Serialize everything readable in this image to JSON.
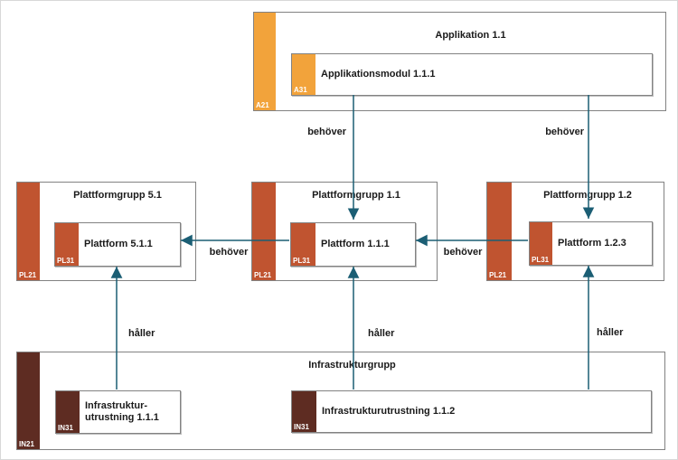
{
  "colors": {
    "application": "#F2A33B",
    "platform": "#C05430",
    "infrastructure": "#5E2C22",
    "relation": "#1B5E74",
    "border": "#828282"
  },
  "boxes": {
    "applikation": {
      "title": "Applikation 1.1",
      "code": "A21"
    },
    "applikationsmodul": {
      "title": "Applikationsmodul 1.1.1",
      "code": "A31"
    },
    "plattformgrupp_51": {
      "title": "Plattformgrupp 5.1",
      "code": "PL21"
    },
    "plattform_511": {
      "title": "Plattform 5.1.1",
      "code": "PL31"
    },
    "plattformgrupp_11": {
      "title": "Plattformgrupp 1.1",
      "code": "PL21"
    },
    "plattform_111": {
      "title": "Plattform 1.1.1",
      "code": "PL31"
    },
    "plattformgrupp_12": {
      "title": "Plattformgrupp 1.2",
      "code": "PL21"
    },
    "plattform_123": {
      "title": "Plattform 1.2.3",
      "code": "PL31"
    },
    "infrastrukturgrupp": {
      "title": "Infrastrukturgrupp",
      "code": "IN21"
    },
    "infrastrukturutrustning_111": {
      "title": "Infrastruktur-utrustning 1.1.1",
      "code": "IN31"
    },
    "infrastrukturutrustning_112": {
      "title": "Infrastrukturutrustning 1.1.2",
      "code": "IN31"
    }
  },
  "relations": {
    "behover_app_plattform111": "behöver",
    "behover_app_plattform123": "behöver",
    "behover_plattform111_plattform511": "behöver",
    "behover_plattform123_plattform111": "behöver",
    "haller_infra111_plattform511": "håller",
    "haller_infra112_plattform111": "håller",
    "haller_infra112_plattform123": "håller"
  }
}
